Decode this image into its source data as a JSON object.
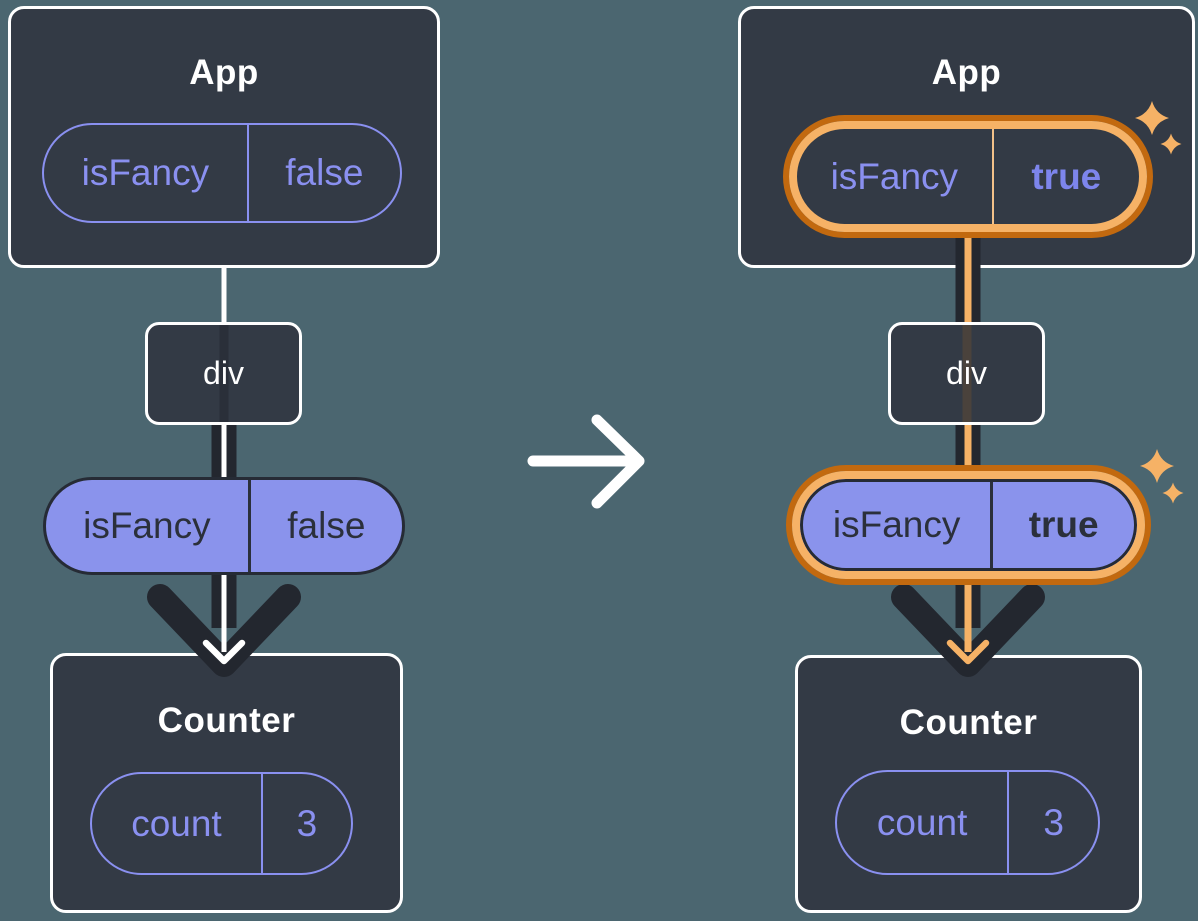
{
  "left_tree": {
    "app": {
      "title": "App",
      "state_pill": {
        "name": "isFancy",
        "value": "false"
      }
    },
    "div_tag": {
      "label": "div"
    },
    "prop_pill": {
      "name": "isFancy",
      "value": "false"
    },
    "counter": {
      "title": "Counter",
      "state_pill": {
        "name": "count",
        "value": "3"
      }
    }
  },
  "right_tree": {
    "app": {
      "title": "App",
      "state_pill": {
        "name": "isFancy",
        "value": "true"
      }
    },
    "div_tag": {
      "label": "div"
    },
    "prop_pill": {
      "name": "isFancy",
      "value": "true"
    },
    "counter": {
      "title": "Counter",
      "state_pill": {
        "name": "count",
        "value": "3"
      }
    }
  },
  "icons": {
    "transition_arrow": "right-arrow",
    "pass_down_arrow_left": "down-arrow-white-core",
    "pass_down_arrow_right": "down-arrow-orange-core",
    "sparkles": "four-point-stars"
  },
  "colors": {
    "background": "#4b6670",
    "box_fill": "#333a45",
    "box_border": "#ffffff",
    "purple_outline": "#8a90f0",
    "purple_fill": "#8a93ec",
    "dark_text": "#2b303b",
    "arrow_dark": "#23272f",
    "highlight_orange_light": "#f6b266",
    "highlight_orange_dark": "#c2690f",
    "true_text": "#7d85ec"
  }
}
